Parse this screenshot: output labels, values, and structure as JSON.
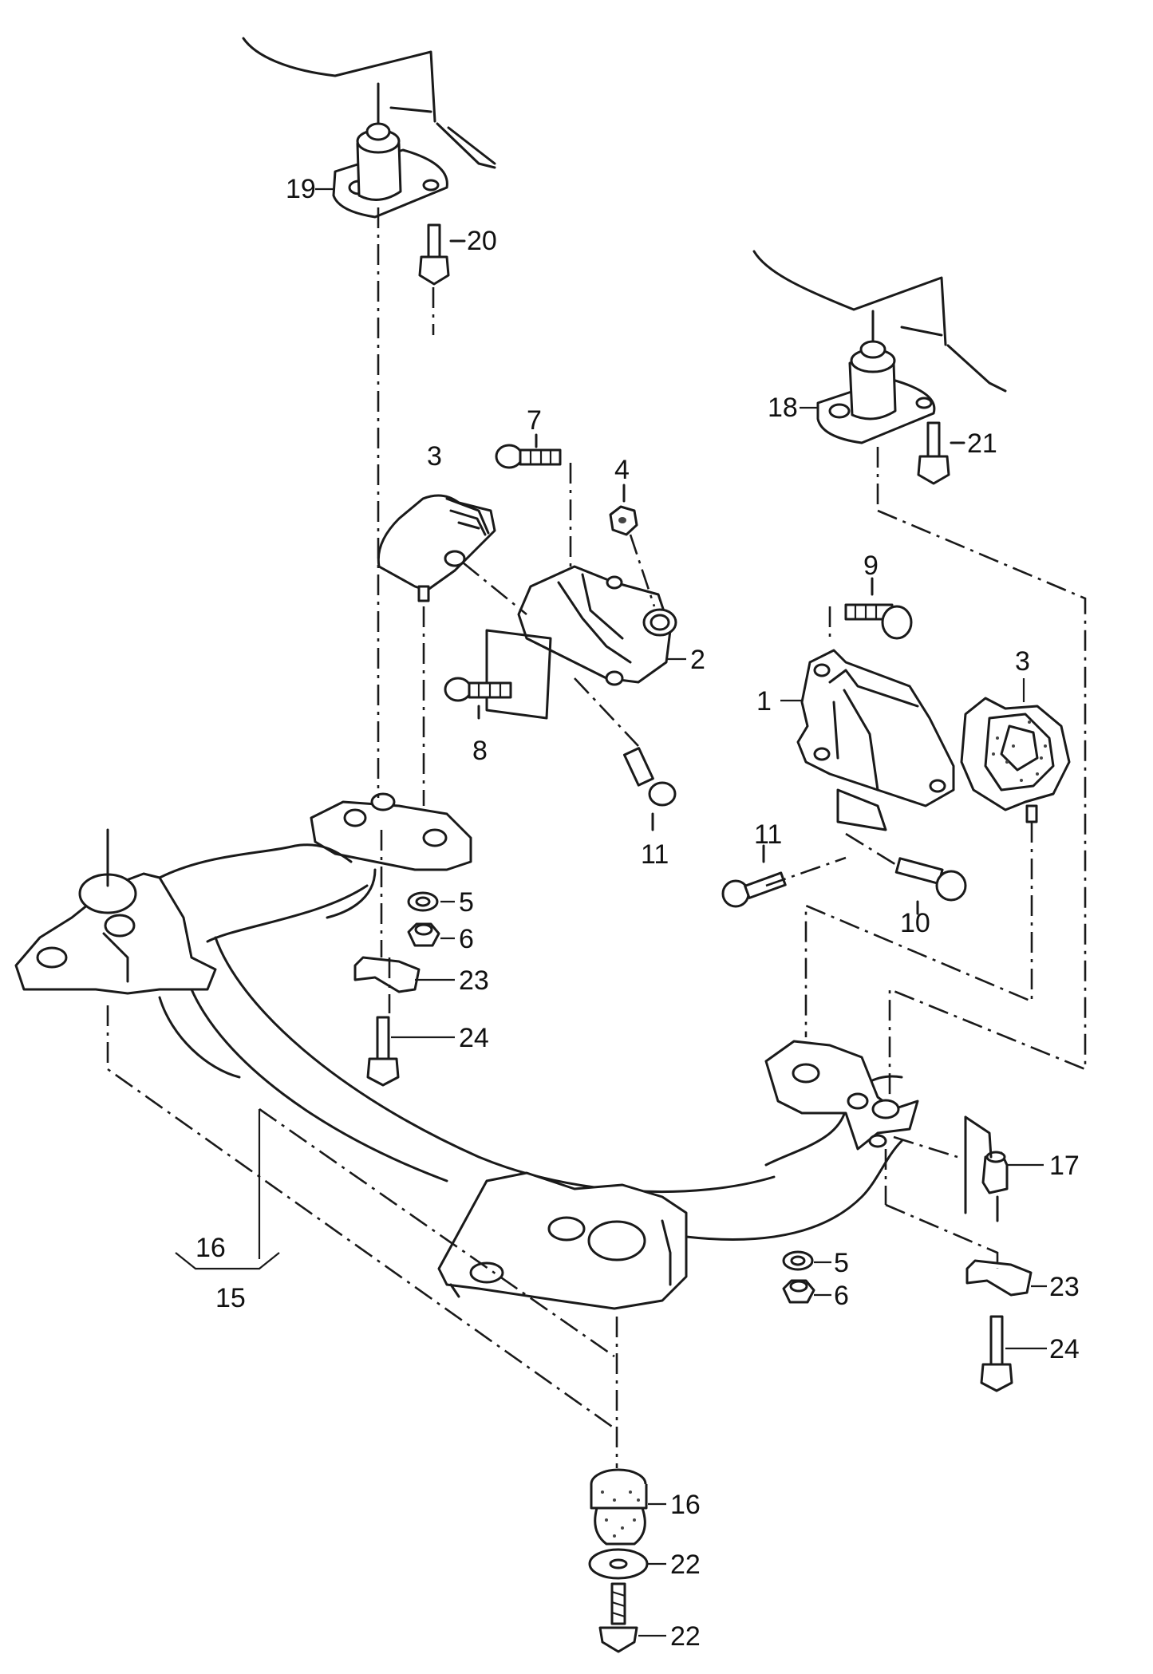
{
  "diagram": {
    "labels": [
      "1",
      "2",
      "3",
      "3",
      "4",
      "5",
      "5",
      "6",
      "6",
      "7",
      "8",
      "9",
      "10",
      "11",
      "11",
      "15",
      "16",
      "16",
      "17",
      "18",
      "19",
      "20",
      "21",
      "22",
      "22",
      "23",
      "23",
      "24",
      "24"
    ]
  }
}
